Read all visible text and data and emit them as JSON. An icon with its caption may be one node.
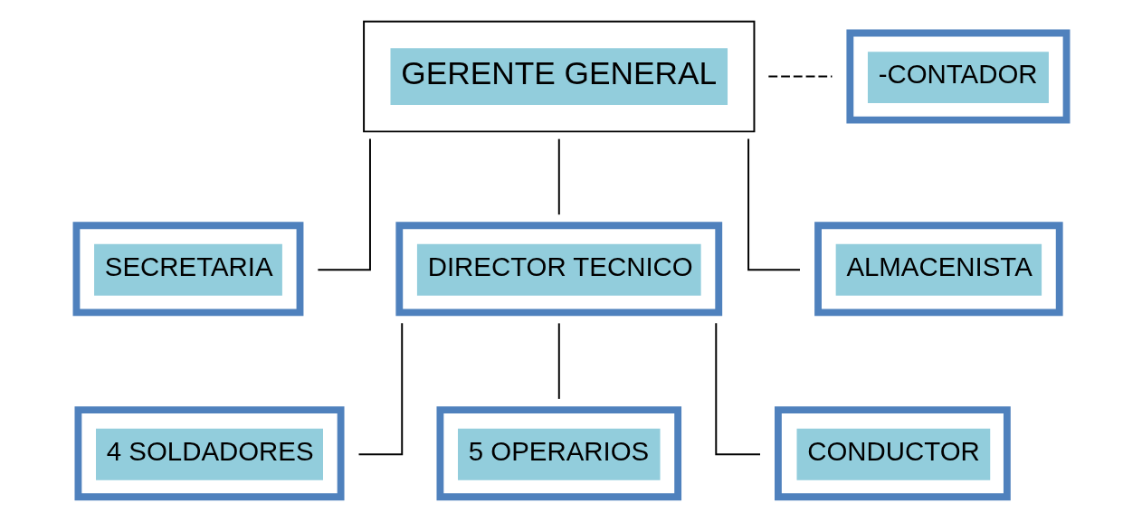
{
  "diagram": {
    "nodes": [
      {
        "text": [
          "GERENTE GENERAL"
        ]
      },
      {
        "text": [
          "-CONTADOR"
        ]
      },
      {
        "text": [
          "SECRETARIA"
        ]
      },
      {
        "text": [
          "DIRECTOR TECNICO"
        ]
      },
      {
        "text": [
          "ALMACENISTA"
        ]
      },
      {
        "text": [
          "4 SOLDADORES"
        ]
      },
      {
        "text": [
          "5 OPERARIOS"
        ]
      },
      {
        "text": [
          "CONDUCTOR"
        ]
      }
    ],
    "edges": [
      {
        "from": 0,
        "to": 1,
        "arrow": "none",
        "style": "dashed"
      },
      {
        "from": 0,
        "to": 2,
        "arrow": "none"
      },
      {
        "from": 0,
        "to": 3,
        "arrow": "none"
      },
      {
        "from": 0,
        "to": 4,
        "arrow": "none"
      },
      {
        "from": 3,
        "to": 5,
        "arrow": "none"
      },
      {
        "from": 3,
        "to": 6,
        "arrow": "none"
      },
      {
        "from": 3,
        "to": 7,
        "arrow": "none"
      }
    ]
  }
}
